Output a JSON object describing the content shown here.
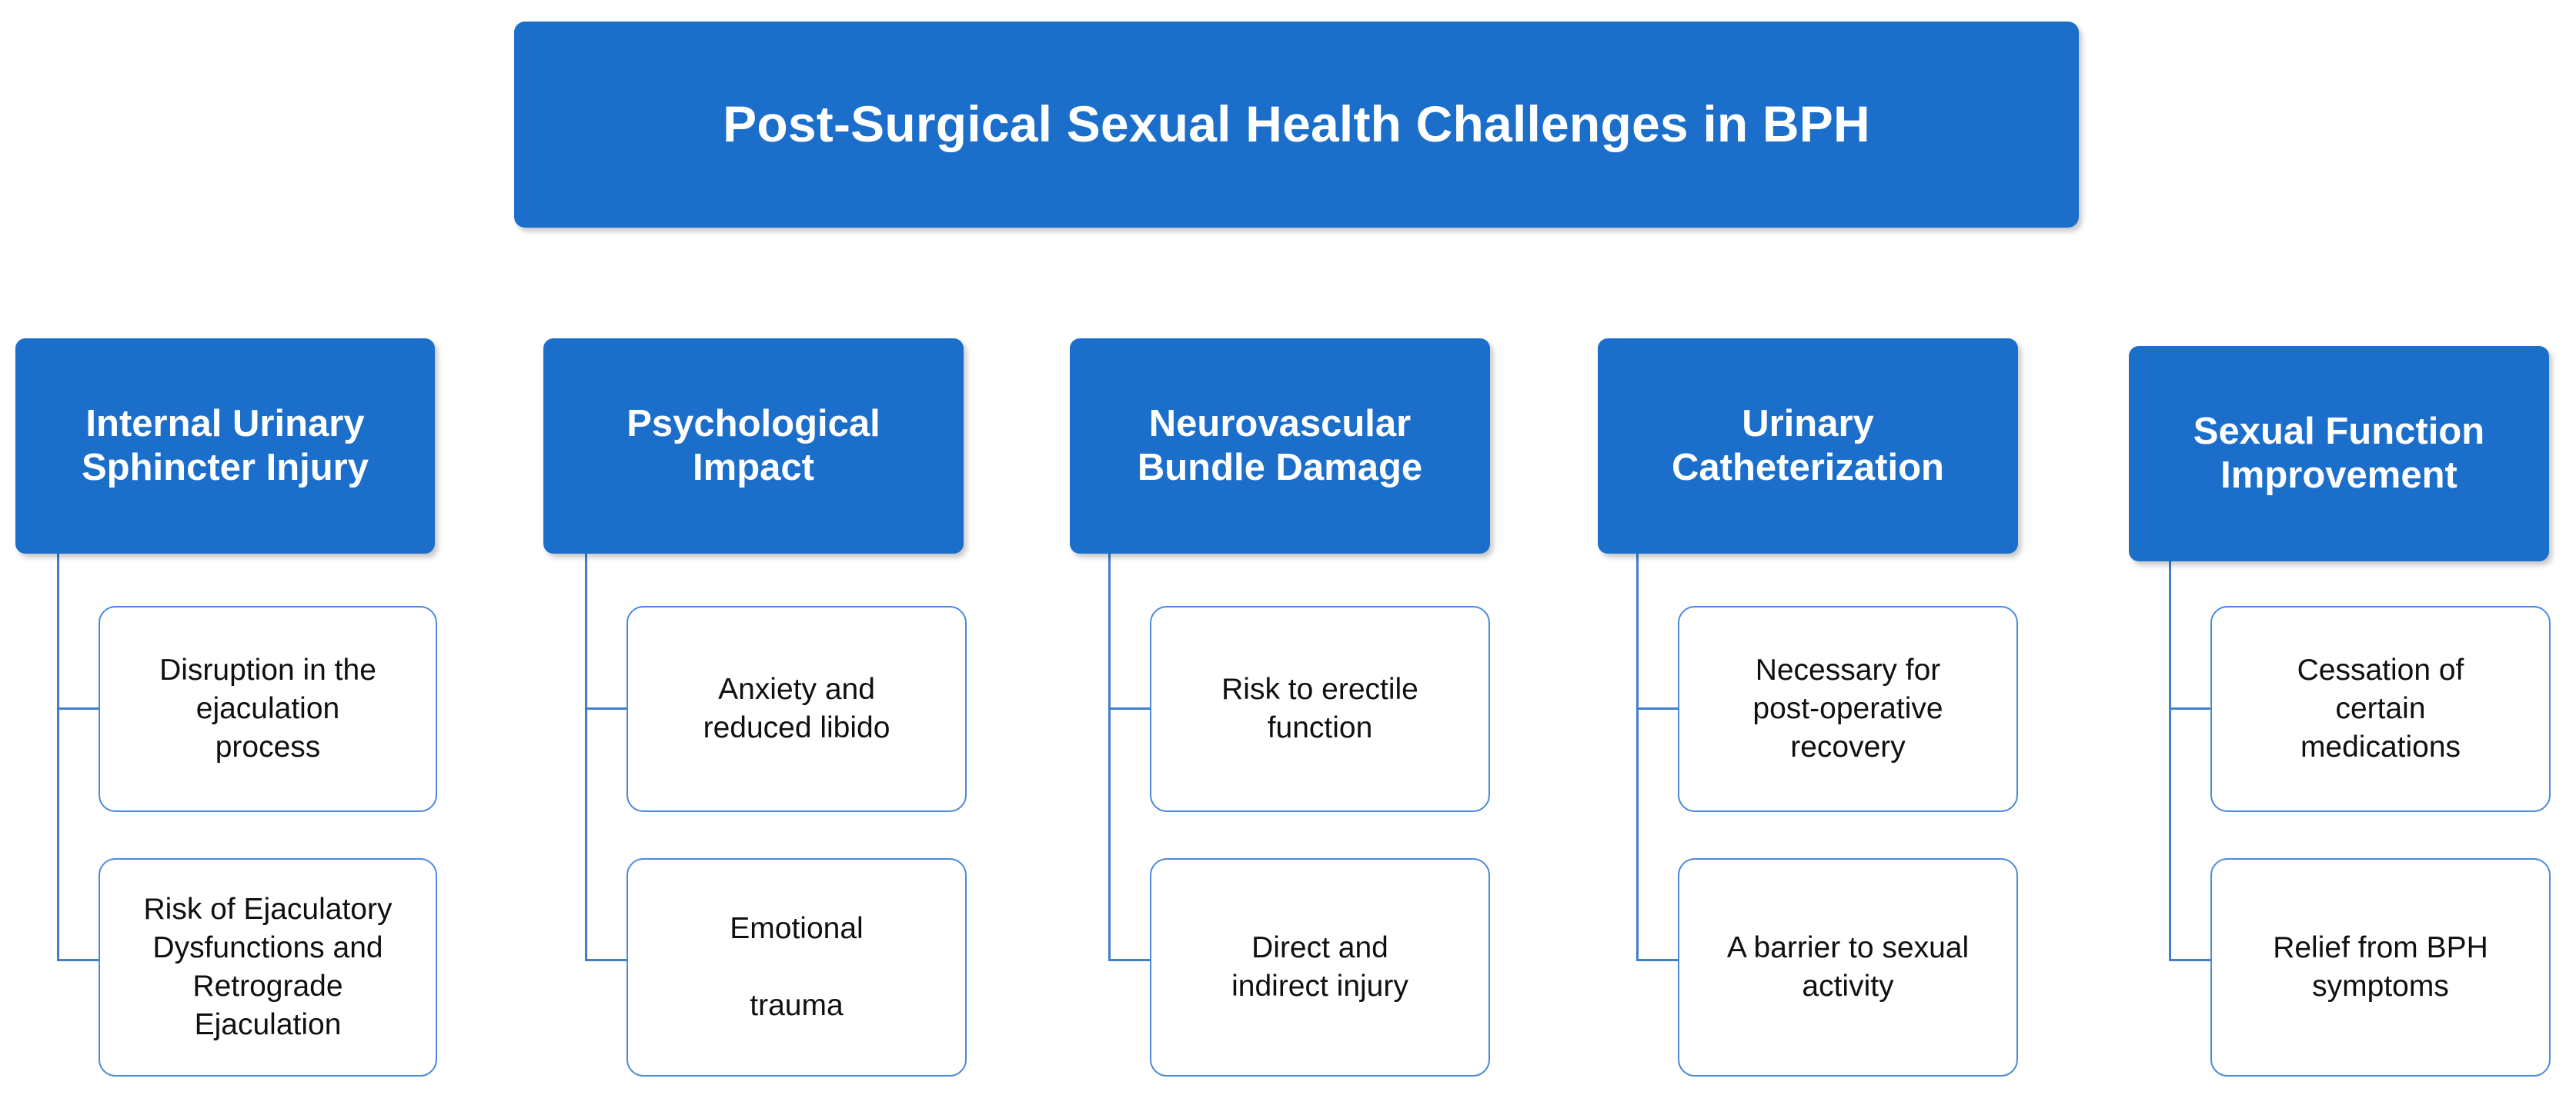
{
  "colors": {
    "brand_blue": "#1b6fcb",
    "leaf_border": "#4a89dc",
    "connector": "#3f7fce",
    "title_text": "#ffffff",
    "leaf_text": "#101010",
    "background": "#ffffff"
  },
  "title": {
    "text": "Post-Surgical Sexual Health Challenges in BPH"
  },
  "columns": [
    {
      "id": "internal-urinary-sphincter-injury",
      "header": "Internal Urinary\nSphincter Injury",
      "leaves": [
        "Disruption in the\nejaculation\nprocess",
        "Risk of Ejaculatory\nDysfunctions and\nRetrograde\nEjaculation"
      ]
    },
    {
      "id": "psychological-impact",
      "header": "Psychological\nImpact",
      "leaves": [
        "Anxiety and\nreduced libido",
        "Emotional\n\ntrauma"
      ]
    },
    {
      "id": "neurovascular-bundle-damage",
      "header": "Neurovascular\nBundle Damage",
      "leaves": [
        "Risk to erectile\nfunction",
        "Direct and\nindirect injury"
      ]
    },
    {
      "id": "urinary-catheterization",
      "header": "Urinary\nCatheterization",
      "leaves": [
        "Necessary for\npost-operative\nrecovery",
        "A barrier to sexual\nactivity"
      ]
    },
    {
      "id": "sexual-function-improvement",
      "header": "Sexual Function\nImprovement",
      "leaves": [
        "Cessation of\ncertain\nmedications",
        "Relief from BPH\nsymptoms"
      ]
    }
  ]
}
